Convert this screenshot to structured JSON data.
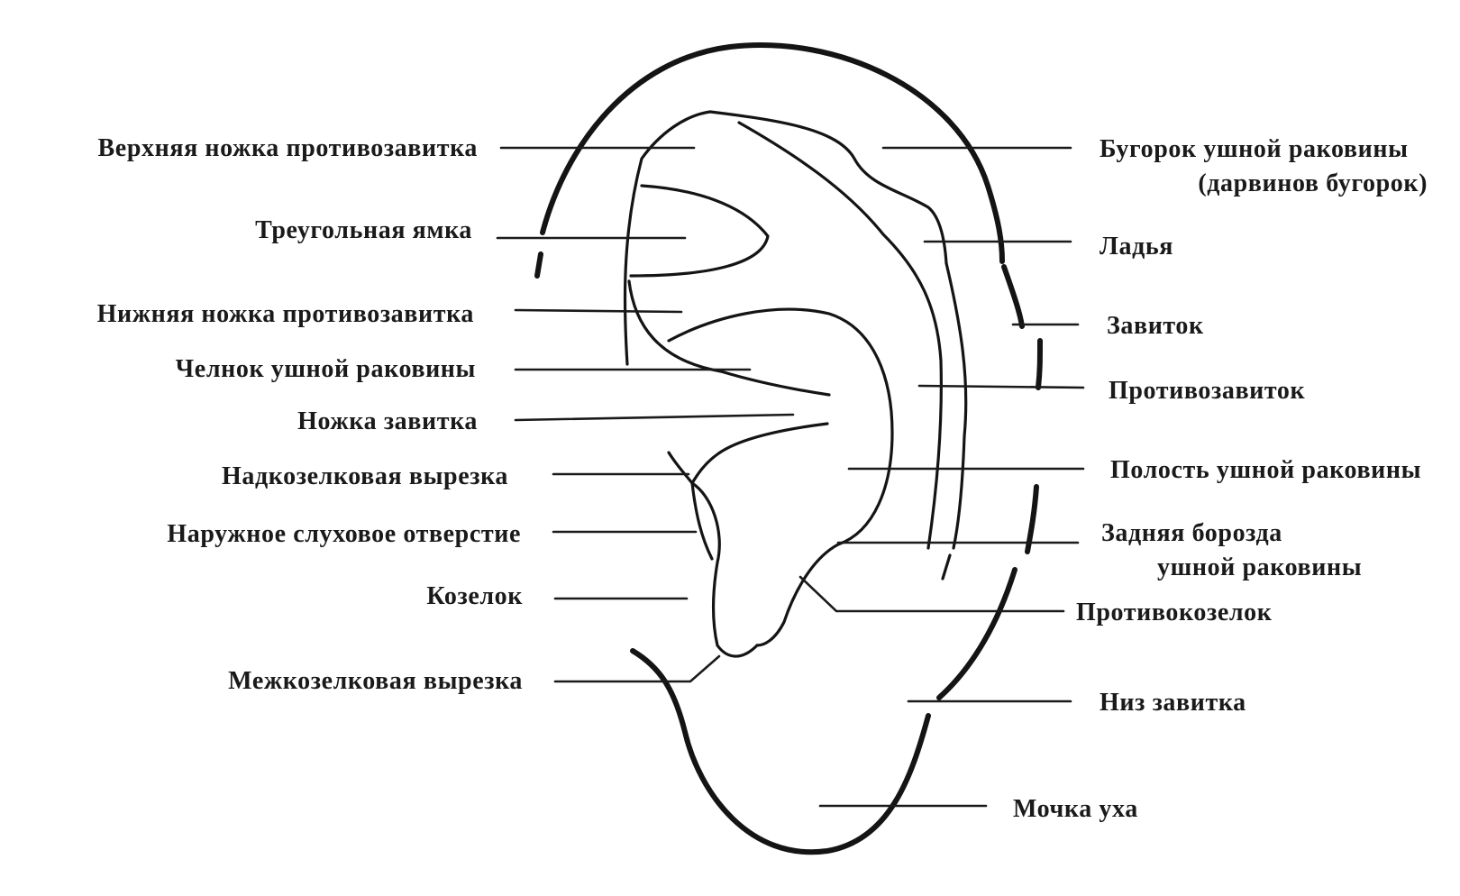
{
  "labels": {
    "upper_crus_antihelix": "Верхняя ножка противозавитка",
    "triangular_fossa": "Треугольная ямка",
    "lower_crus_antihelix": "Нижняя ножка противозавитка",
    "cymba_conchae": "Челнок ушной раковины",
    "crus_helix": "Ножка завитка",
    "supratragic_notch": "Надкозелковая вырезка",
    "external_acoustic_opening": "Наружное слуховое отверстие",
    "tragus": "Козелок",
    "intertragic_notch": "Межкозелковая вырезка",
    "auricular_tubercle_line1": "Бугорок ушной раковины",
    "auricular_tubercle_line2": "(дарвинов бугорок)",
    "scapha": "Ладья",
    "helix": "Завиток",
    "antihelix": "Противозавиток",
    "cavity_conchae": "Полость ушной раковины",
    "posterior_groove_line1": "Задняя борозда",
    "posterior_groove_line2": "ушной раковины",
    "antitragus": "Противокозелок",
    "helix_tail": "Низ завитка",
    "earlobe": "Мочка уха"
  },
  "colors": {
    "ink": "#141414",
    "background": "#ffffff"
  }
}
